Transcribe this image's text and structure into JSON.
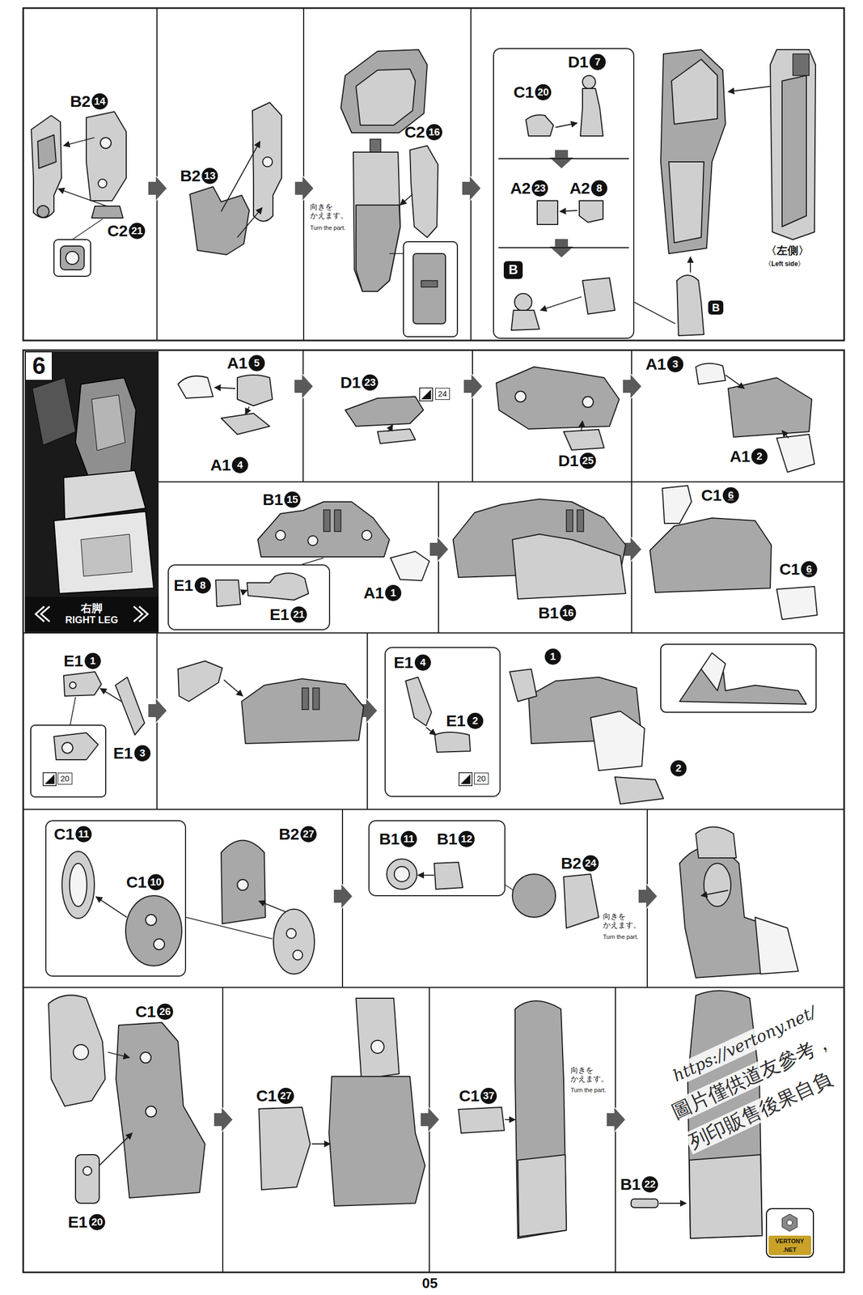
{
  "diagram": {
    "nodes": [
      {
        "text": [
          "D1",
          "7",
          "C1",
          "20",
          "A2",
          "23",
          "A2",
          "8"
        ]
      },
      {
        "text": [
          "B"
        ],
        "in": 0
      },
      {
        "text": [
          "B"
        ]
      },
      {
        "text": [
          "6"
        ]
      },
      {
        "text": [
          "右脚",
          "RIGHT LEG"
        ]
      },
      {
        "text": [
          "24"
        ]
      },
      {
        "text": [
          "E1",
          "8",
          "E1",
          "21"
        ]
      },
      {
        "text": [
          "20"
        ]
      },
      {
        "text": [
          "E1",
          "4",
          "E1",
          "2"
        ]
      },
      {
        "text": [
          "20"
        ],
        "in": 8
      },
      {
        "text": [
          "C1",
          "11",
          "C1",
          "10"
        ]
      },
      {
        "text": [
          "B1",
          "11",
          "B1",
          "12"
        ]
      }
    ],
    "labels": [
      "B2",
      "14",
      "C2",
      "21",
      "B2",
      "13",
      "向きを かえます。",
      "Turn the part.",
      "C2",
      "16",
      "〈左側〉",
      "〈Left side〉",
      "A1",
      "5",
      "A1",
      "4",
      "D1",
      "23",
      "D1",
      "25",
      "A1",
      "3",
      "A1",
      "2",
      "B1",
      "15",
      "A1",
      "1",
      "B1",
      "16",
      "C1",
      "6",
      "C1",
      "6",
      "E1",
      "1",
      "E1",
      "3",
      "1",
      "2",
      "B2",
      "27",
      "B2",
      "24",
      "向きを かえます。",
      "Turn the part.",
      "C1",
      "26",
      "E1",
      "20",
      "C1",
      "27",
      "C1",
      "37",
      "向きを かえます。",
      "Turn the part.",
      "B1",
      "22",
      "https://vertony.net/",
      "圖片僅供道友參考，",
      "列印販售後果自負",
      "VERTONY",
      ".NET",
      "05"
    ]
  }
}
